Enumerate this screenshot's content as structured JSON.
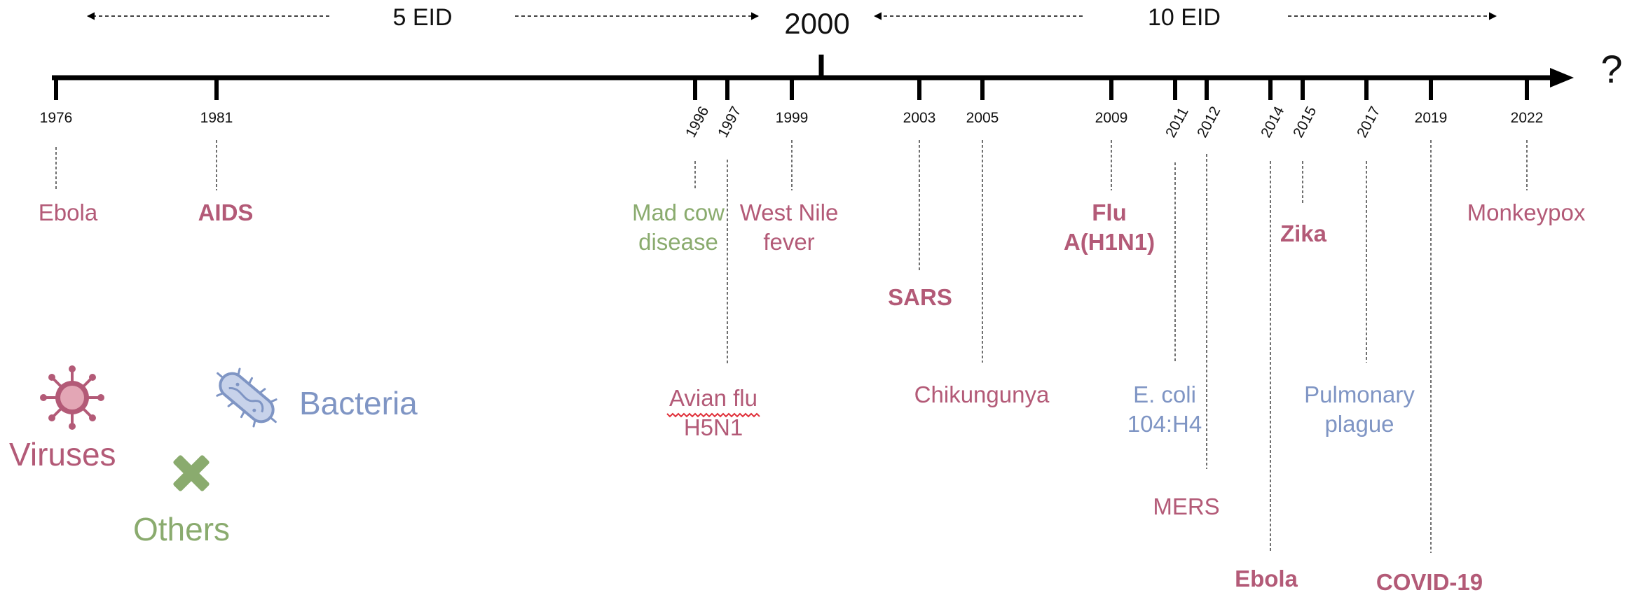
{
  "colors": {
    "virus": "#b35a77",
    "bacteria": "#7f95c4",
    "other": "#8aab6e",
    "axis": "#000000"
  },
  "periods": {
    "before_2000": "5 EID",
    "after_2000": "10 EID"
  },
  "axis": {
    "center_year": "2000",
    "end_label": "?"
  },
  "years": [
    {
      "label": "1976",
      "rotated": false
    },
    {
      "label": "1981",
      "rotated": false
    },
    {
      "label": "1996",
      "rotated": true
    },
    {
      "label": "1997",
      "rotated": true
    },
    {
      "label": "1999",
      "rotated": false
    },
    {
      "label": "2003",
      "rotated": false
    },
    {
      "label": "2005",
      "rotated": false
    },
    {
      "label": "2009",
      "rotated": false
    },
    {
      "label": "2011",
      "rotated": true
    },
    {
      "label": "2012",
      "rotated": true
    },
    {
      "label": "2014",
      "rotated": true
    },
    {
      "label": "2015",
      "rotated": true
    },
    {
      "label": "2017",
      "rotated": true
    },
    {
      "label": "2019",
      "rotated": false
    },
    {
      "label": "2022",
      "rotated": false
    }
  ],
  "events": [
    {
      "year": "1976",
      "lines": [
        "Ebola"
      ],
      "type": "virus",
      "bold": false
    },
    {
      "year": "1981",
      "lines": [
        "AIDS"
      ],
      "type": "virus",
      "bold": true
    },
    {
      "year": "1996",
      "lines": [
        "Mad cow",
        "disease"
      ],
      "type": "other",
      "bold": false
    },
    {
      "year": "1997",
      "lines": [
        "Avian flu",
        "H5N1"
      ],
      "type": "virus",
      "bold": false
    },
    {
      "year": "1999",
      "lines": [
        "West Nile",
        "fever"
      ],
      "type": "virus",
      "bold": false
    },
    {
      "year": "2003",
      "lines": [
        "SARS"
      ],
      "type": "virus",
      "bold": true
    },
    {
      "year": "2005",
      "lines": [
        "Chikungunya"
      ],
      "type": "virus",
      "bold": false
    },
    {
      "year": "2009",
      "lines": [
        "Flu",
        "A(H1N1)"
      ],
      "type": "virus",
      "bold": true
    },
    {
      "year": "2011",
      "lines": [
        "E. coli",
        "104:H4"
      ],
      "type": "bacteria",
      "bold": false
    },
    {
      "year": "2012",
      "lines": [
        "MERS"
      ],
      "type": "virus",
      "bold": false
    },
    {
      "year": "2014",
      "lines": [
        "Ebola"
      ],
      "type": "virus",
      "bold": true
    },
    {
      "year": "2015",
      "lines": [
        "Zika"
      ],
      "type": "virus",
      "bold": true
    },
    {
      "year": "2017",
      "lines": [
        "Pulmonary",
        "plague"
      ],
      "type": "bacteria",
      "bold": false
    },
    {
      "year": "2019",
      "lines": [
        "COVID-19"
      ],
      "type": "virus",
      "bold": true
    },
    {
      "year": "2022",
      "lines": [
        "Monkeypox"
      ],
      "type": "virus",
      "bold": false
    }
  ],
  "legend": {
    "viruses": {
      "label": "Viruses",
      "icon": "virus-icon"
    },
    "bacteria": {
      "label": "Bacteria",
      "icon": "bacterium-icon"
    },
    "others": {
      "label": "Others",
      "icon": "cross-icon"
    }
  }
}
